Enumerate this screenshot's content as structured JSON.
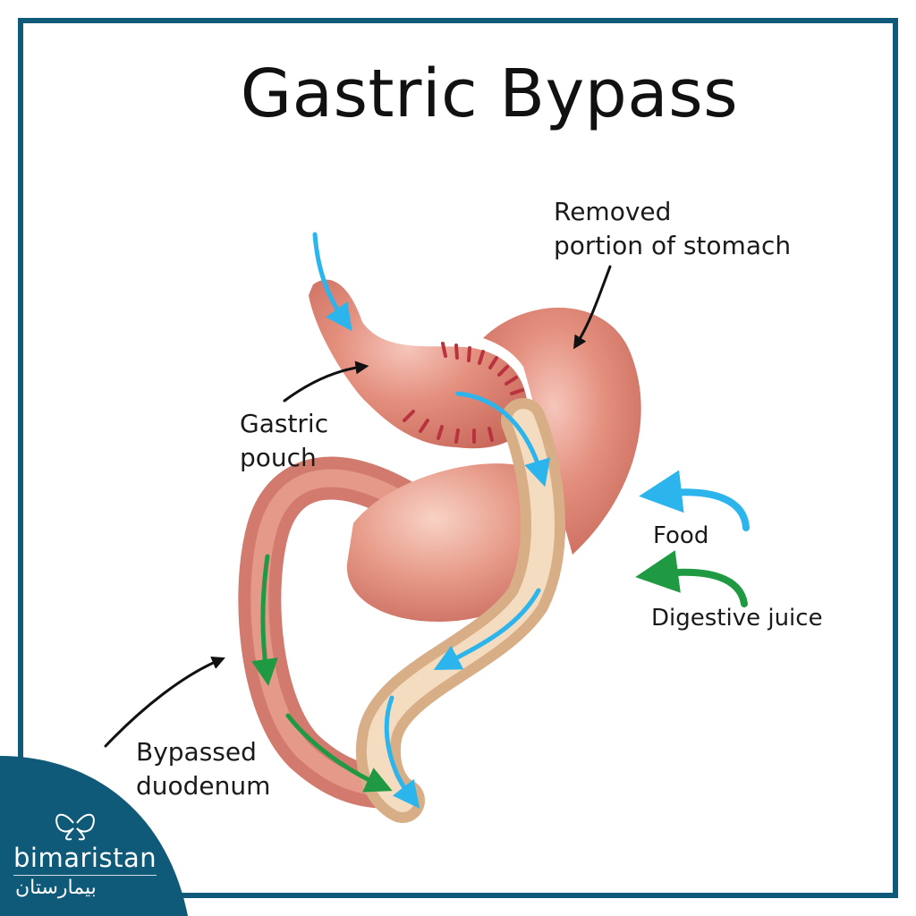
{
  "title": "Gastric Bypass",
  "labels": {
    "removed_line1": "Removed",
    "removed_line2": "portion of stomach",
    "pouch_line1": "Gastric",
    "pouch_line2": "pouch",
    "duodenum_line1": "Bypassed",
    "duodenum_line2": "duodenum"
  },
  "legend": [
    {
      "label": "Food",
      "color": "#2cb4ec",
      "icon": "blue-curved-arrow-icon"
    },
    {
      "label": "Digestive juice",
      "color": "#1f9a43",
      "icon": "green-curved-arrow-icon"
    }
  ],
  "brand": {
    "name_en": "bimaristan",
    "name_ar": "بيمارستان",
    "color": "#0f5a78",
    "icon": "butterfly-logo-icon"
  },
  "colors": {
    "stomach": "#de8475",
    "stomach_dark": "#c0605a",
    "intestine": "#e9c7a3",
    "border": "#0f5a78",
    "staples": "#b8333d"
  }
}
